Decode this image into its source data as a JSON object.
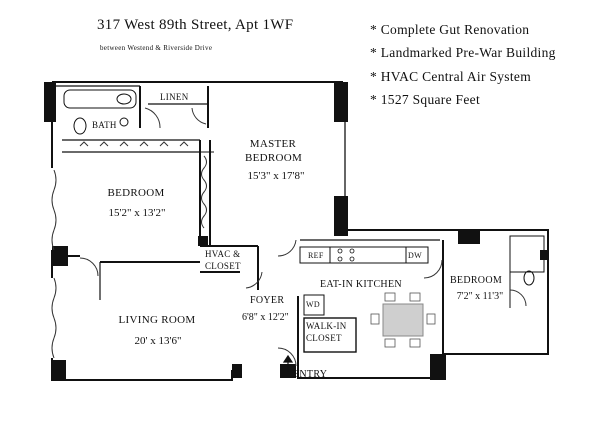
{
  "header": {
    "title": "317 West 89th Street, Apt 1WF",
    "subtitle": "between Westend & Riverside Drive"
  },
  "features": [
    "* Complete Gut Renovation",
    "* Landmarked Pre-War Building",
    "* HVAC Central Air System",
    "* 1527 Square Feet"
  ],
  "rooms": {
    "linen": "LINEN",
    "bath": "BATH",
    "master_bedroom": "MASTER\nBEDROOM",
    "master_bedroom_dim": "15'3\" x 17'8\"",
    "bedroom1": "BEDROOM",
    "bedroom1_dim": "15'2\" x 13'2\"",
    "hvac_closet": "HVAC &\nCLOSET",
    "kitchen": "EAT-IN KITCHEN",
    "ref": "REF",
    "dw": "DW",
    "wd": "WD",
    "bedroom2": "BEDROOM",
    "bedroom2_dim": "7'2\" x 11'3\"",
    "living_room": "LIVING ROOM",
    "living_room_dim": "20' x 13'6\"",
    "foyer": "FOYER",
    "foyer_dim": "6'8\" x 12'2\"",
    "walkin_closet": "WALK-IN\nCLOSET",
    "entry": "ENTRY"
  }
}
